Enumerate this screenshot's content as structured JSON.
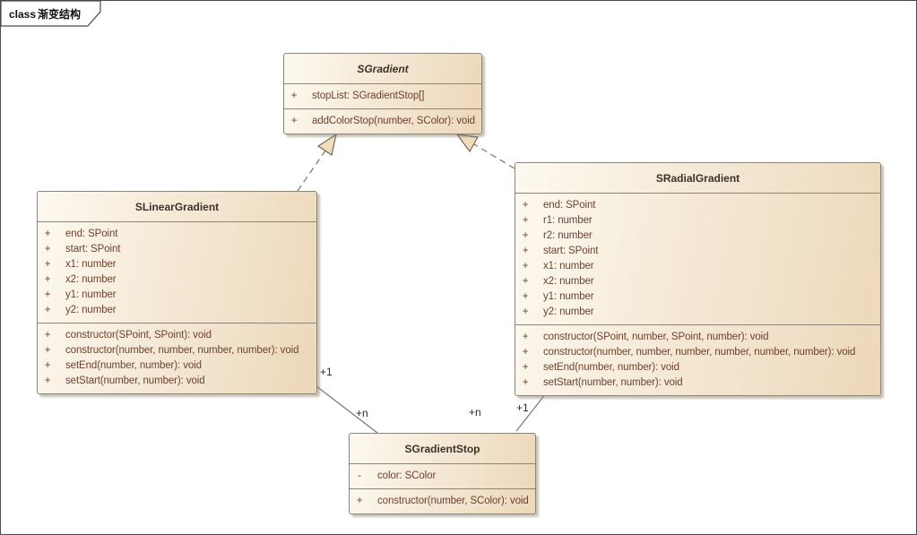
{
  "frame": {
    "keyword": "class",
    "title": "渐变结构"
  },
  "classes": [
    {
      "name": "SGradient",
      "abstract": true,
      "attributes": [
        {
          "vis": "+",
          "text": "stopList: SGradientStop[]"
        }
      ],
      "methods": [
        {
          "vis": "+",
          "text": "addColorStop(number, SColor): void"
        }
      ]
    },
    {
      "name": "SLinearGradient",
      "abstract": false,
      "attributes": [
        {
          "vis": "+",
          "text": "end: SPoint"
        },
        {
          "vis": "+",
          "text": "start: SPoint"
        },
        {
          "vis": "+",
          "text": "x1: number"
        },
        {
          "vis": "+",
          "text": "x2: number"
        },
        {
          "vis": "+",
          "text": "y1: number"
        },
        {
          "vis": "+",
          "text": "y2: number"
        }
      ],
      "methods": [
        {
          "vis": "+",
          "text": "constructor(SPoint, SPoint): void"
        },
        {
          "vis": "+",
          "text": "constructor(number, number, number, number): void"
        },
        {
          "vis": "+",
          "text": "setEnd(number, number): void"
        },
        {
          "vis": "+",
          "text": "setStart(number, number): void"
        }
      ]
    },
    {
      "name": "SRadialGradient",
      "abstract": false,
      "attributes": [
        {
          "vis": "+",
          "text": "end: SPoint"
        },
        {
          "vis": "+",
          "text": "r1: number"
        },
        {
          "vis": "+",
          "text": "r2: number"
        },
        {
          "vis": "+",
          "text": "start: SPoint"
        },
        {
          "vis": "+",
          "text": "x1: number"
        },
        {
          "vis": "+",
          "text": "x2: number"
        },
        {
          "vis": "+",
          "text": "y1: number"
        },
        {
          "vis": "+",
          "text": "y2: number"
        }
      ],
      "methods": [
        {
          "vis": "+",
          "text": "constructor(SPoint, number, SPoint, number): void"
        },
        {
          "vis": "+",
          "text": "constructor(number, number, number, number, number, number): void"
        },
        {
          "vis": "+",
          "text": "setEnd(number, number): void"
        },
        {
          "vis": "+",
          "text": "setStart(number, number): void"
        }
      ]
    },
    {
      "name": "SGradientStop",
      "abstract": false,
      "attributes": [
        {
          "vis": "-",
          "text": "color: SColor"
        }
      ],
      "methods": [
        {
          "vis": "+",
          "text": "constructor(number, SColor): void"
        }
      ]
    }
  ],
  "connectors": [
    {
      "type": "realization",
      "from": "SLinearGradient",
      "to": "SGradient"
    },
    {
      "type": "realization",
      "from": "SRadialGradient",
      "to": "SGradient"
    },
    {
      "type": "association",
      "from": "SLinearGradient",
      "to": "SGradientStop",
      "source_mult": "+1",
      "target_mult": "+n"
    },
    {
      "type": "association",
      "from": "SRadialGradient",
      "to": "SGradientStop",
      "source_mult": "+1",
      "target_mult": "+n"
    }
  ],
  "colors": {
    "box_fill_light": "#fdf9f0",
    "box_fill_dark": "#ecd8ba",
    "box_border": "#8c8476",
    "member_text": "#6d4230",
    "title_text": "#3b332a",
    "connector_line": "#7d7d75",
    "triangle_fill": "#f2ddbb",
    "frame_border": "#4a4a4a"
  }
}
